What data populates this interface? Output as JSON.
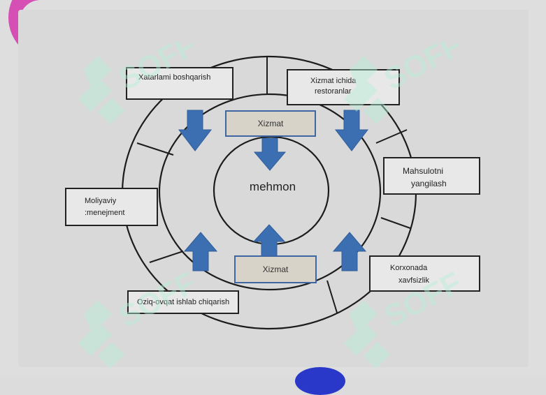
{
  "center": {
    "label": "mehmon"
  },
  "inner_boxes": {
    "top": "Xizmat",
    "bottom": "Xizmat"
  },
  "outer_boxes": {
    "xatarlar": "Xatarlami boshqarish",
    "restoranlar_line1": "Xizmat ichida",
    "restoranlar_line2": "restoranlar",
    "mahsulot_line1": "Mahsulotni",
    "mahsulot_line2": "yangilash",
    "moliyaviy_line1": "Moliyaviy",
    "moliyaviy_line2": ":menejment",
    "korxona_line1": "Korxonada",
    "korxona_line2": "xavfsizlik",
    "oziq": "Oziq-ovqat ishlab chiqarish"
  },
  "watermark": {
    "text": "SOFF"
  },
  "colors": {
    "arrow": "#3c6fb1",
    "watermark": "#b9f0d9",
    "xizmat_fill": "#d7d3c8"
  },
  "icons": [
    "down-arrow-icon",
    "up-arrow-icon",
    "watermark-logo-icon"
  ]
}
